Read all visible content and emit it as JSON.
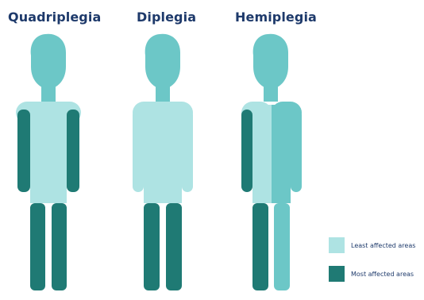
{
  "titles": {
    "quadriplegia": "Quadriplegia",
    "diplegia": "Diplegia",
    "hemiplegia": "Hemiplegia"
  },
  "legend": {
    "least": {
      "label": "Least affected areas",
      "color": "#aee3e3"
    },
    "most": {
      "label": "Most affected areas",
      "color": "#1f7a74"
    }
  },
  "colors": {
    "head_color": "#6cc7c7",
    "title_color": "#1e3a6b"
  }
}
